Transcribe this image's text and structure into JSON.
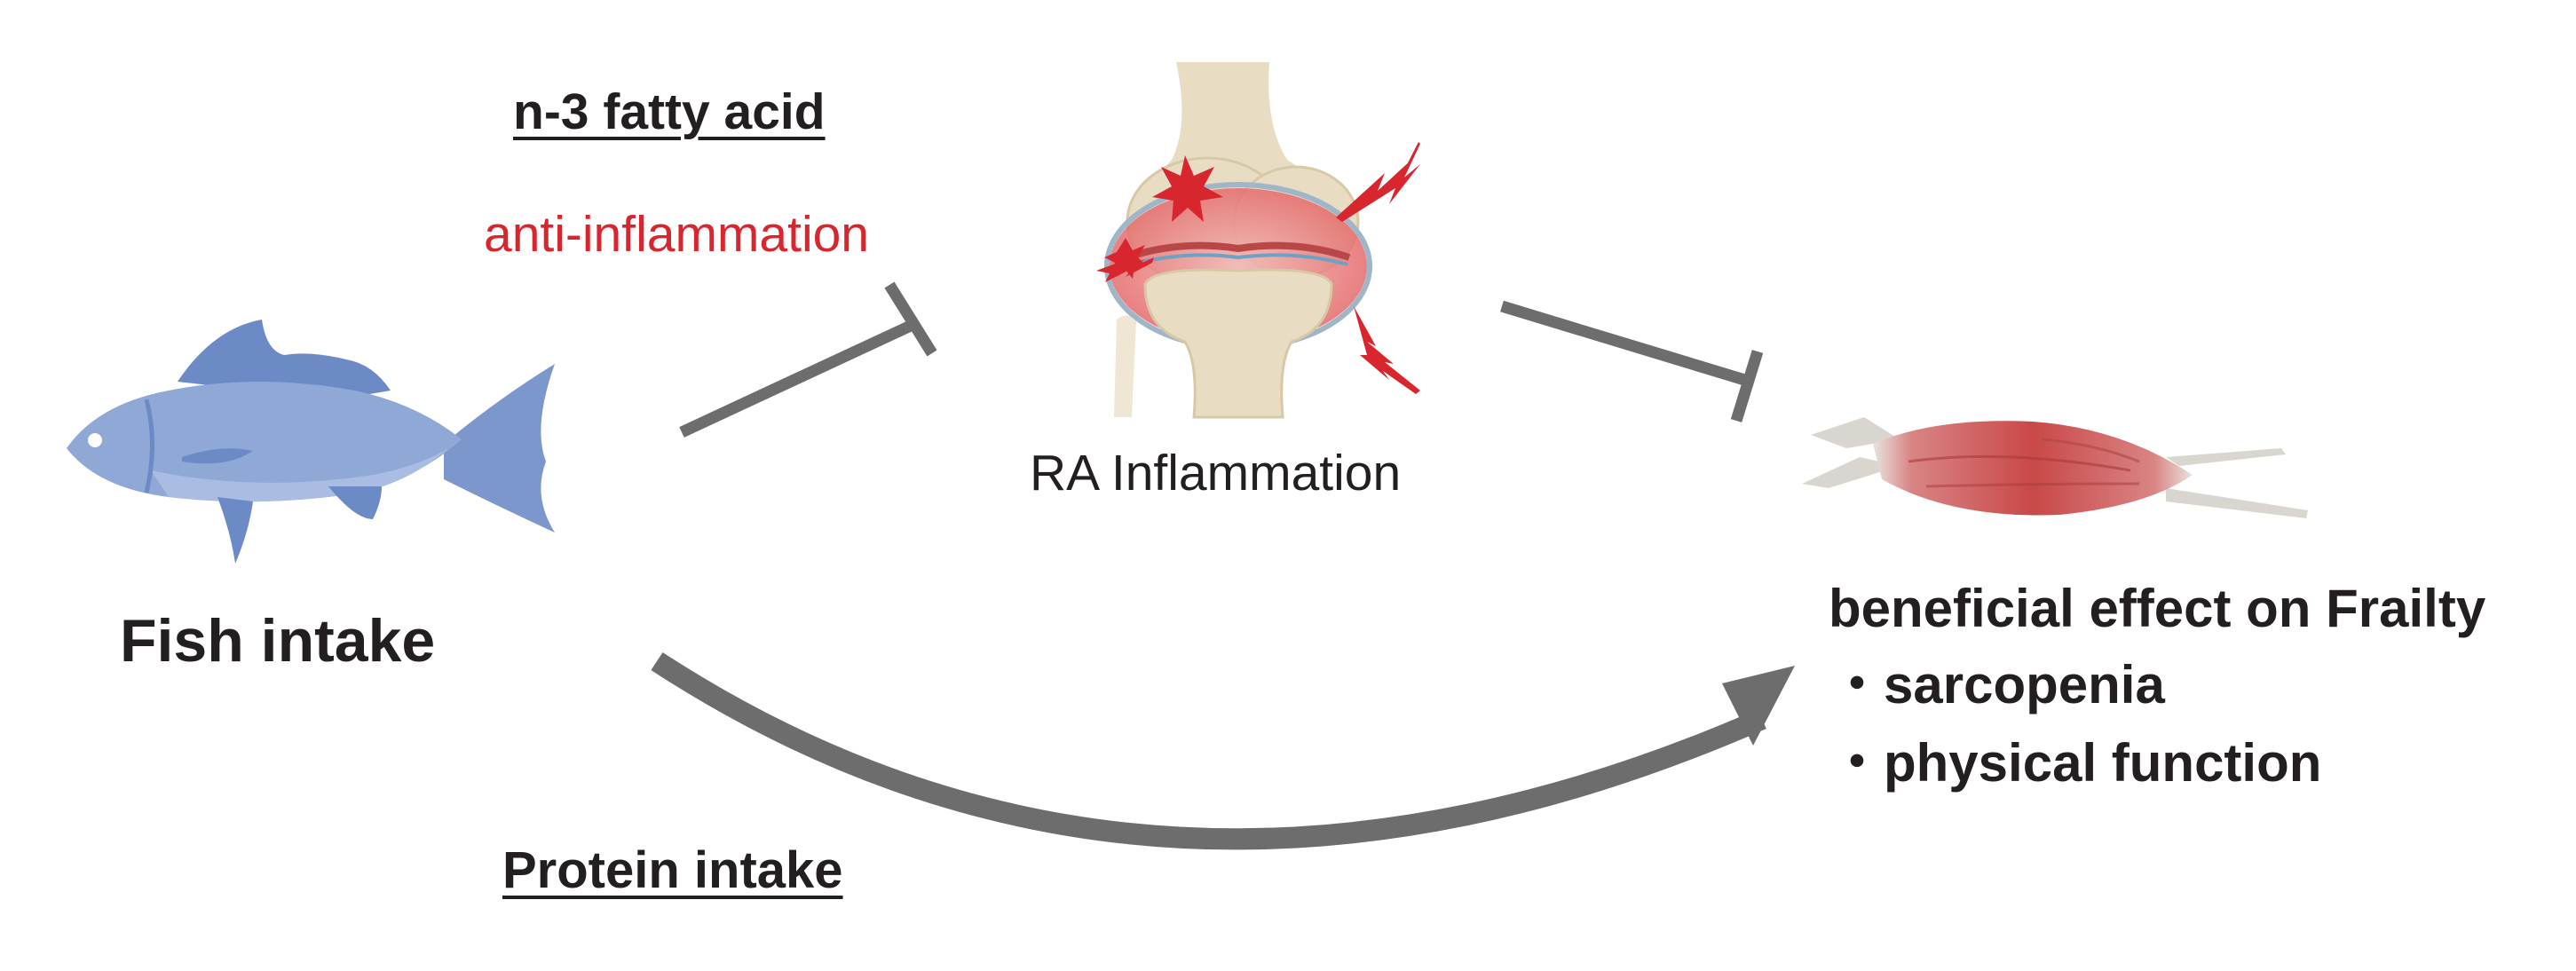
{
  "labels": {
    "fish": "Fish intake",
    "n3": "n-3 fatty acid",
    "anti": "anti-inflammation",
    "ra": "RA Inflammation",
    "protein": "Protein intake",
    "benefit": "beneficial effect on Frailty",
    "bullet1": "・sarcopenia",
    "bullet2": "・physical function"
  },
  "colors": {
    "arrow": "#6d6d6d",
    "text": "#231f20",
    "accent_red": "#d7262e",
    "fish_body": "#8fa8d6",
    "fish_fin": "#6c8ac6",
    "bone": "#e8dcc2",
    "inflammation": "#e04a4a",
    "muscle": "#cf5050",
    "tendon": "#d9d6d0"
  },
  "icons": [
    "fish-icon",
    "knee-joint-icon",
    "muscle-icon"
  ]
}
